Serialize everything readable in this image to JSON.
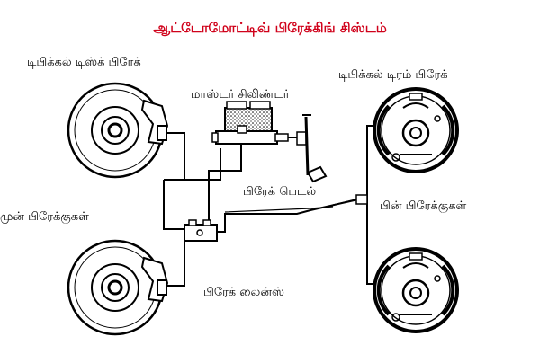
{
  "title": "ஆட்டோமோட்டிவ் பிரேக்கிங் சிஸ்டம்",
  "title_color": "#d0021b",
  "labels": {
    "disc_brake": "டிபிக்கல் டிஸ்க் பிரேக்",
    "master_cylinder": "மாஸ்டர் சிலிண்டர்",
    "drum_brake": "டிபிக்கல் டிரம் பிரேக்",
    "brake_pedal": "பிரேக் பெடல்",
    "front_brakes": "முன் பிரேக்குகள்",
    "rear_brakes": "பின் பிரேக்குகள்",
    "brake_lines": "பிரேக் லைன்ஸ்"
  }
}
